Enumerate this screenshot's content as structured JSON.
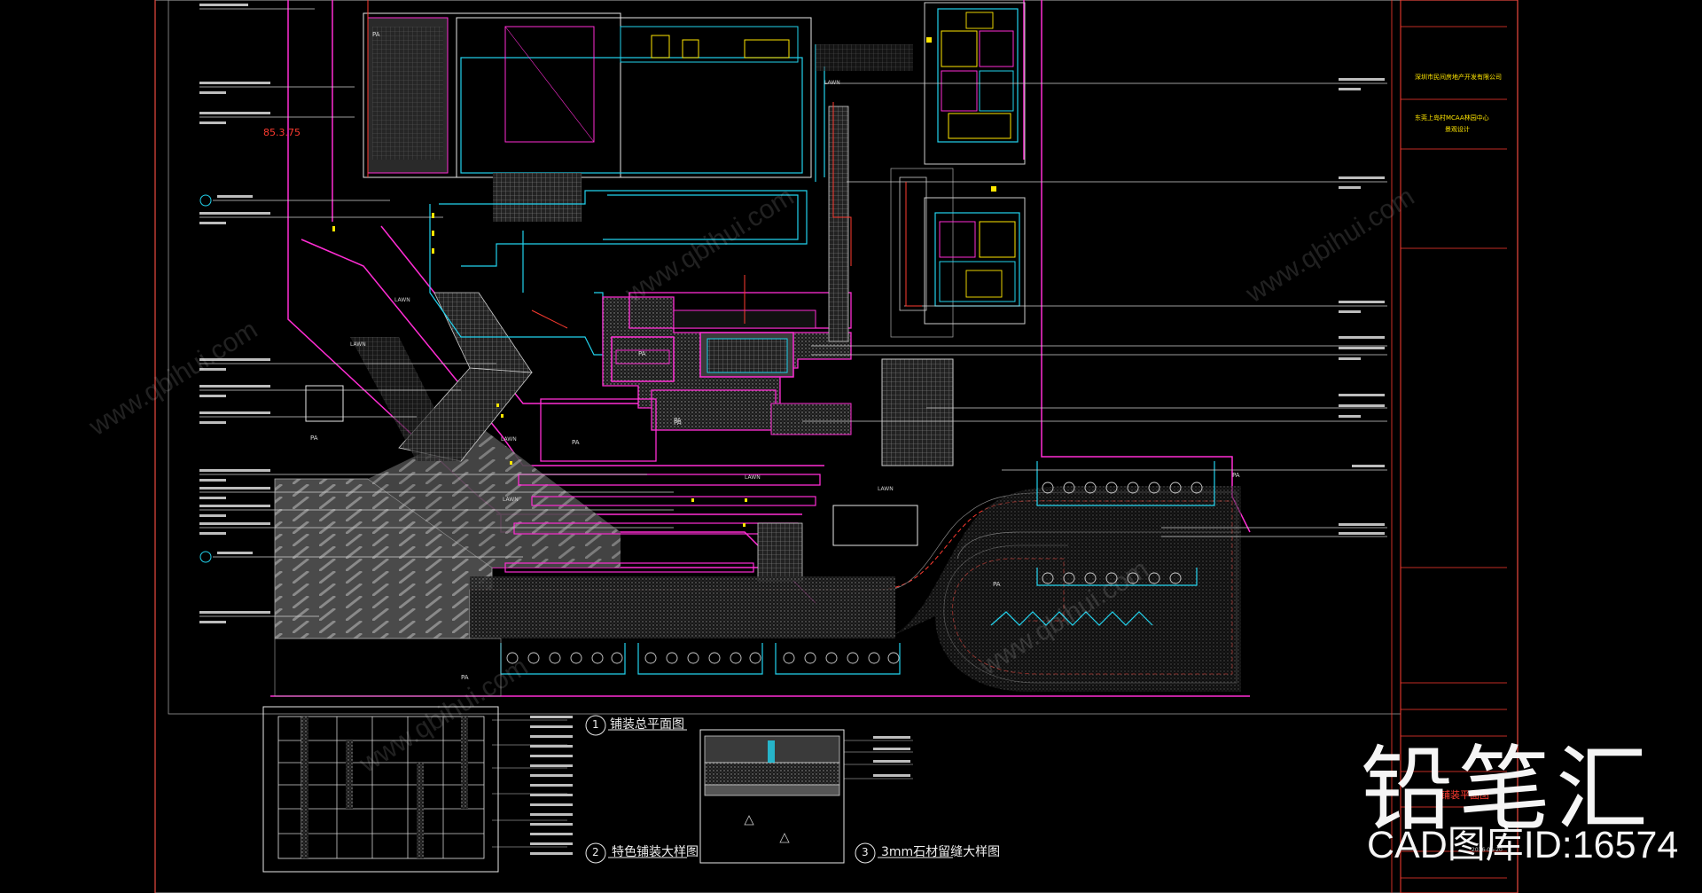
{
  "drawing": {
    "elevation_mark": "85.3.75",
    "plan_labels": [
      "PA",
      "PA",
      "PA",
      "PA",
      "PA",
      "PA",
      "PA",
      "PA",
      "PA"
    ],
    "lawn_labels": [
      "LAWN",
      "LAWN",
      "LAWN",
      "LAWN",
      "LAWN",
      "LAWN",
      "LAWN"
    ],
    "detail_1_title": "铺装总平面图",
    "detail_2_title": "特色铺装大样图",
    "detail_3_title": "3mm石材留缝大样图",
    "detail_1_num": "1",
    "detail_2_num": "2",
    "detail_3_num": "3"
  },
  "title_block": {
    "company": "深圳市民间房地产开发有限公司",
    "project": "东莞上岛村MCAA林园中心",
    "stage": "景观设计",
    "drawing_title": "铺装平面图",
    "date": "2016-06-20"
  },
  "watermark": {
    "brand": "铅笔汇",
    "id_text": "CAD图库ID:16574",
    "site": "www.qbihui.com"
  },
  "colors": {
    "background": "#000000",
    "frame_red": "#ff3b30",
    "cyan": "#22d3ee",
    "magenta": "#ff2dd4",
    "white": "#e8e8e8",
    "yellow": "#ffe600",
    "gray_hatch": "#6b6b6b"
  }
}
